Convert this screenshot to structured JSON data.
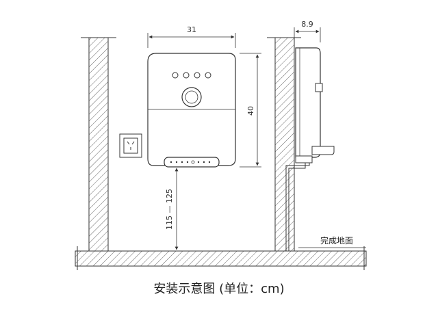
{
  "dimensions": {
    "width": "31",
    "height": "40",
    "depth": "8.9",
    "mount_height": "115 — 125"
  },
  "labels": {
    "floor": "完成地面",
    "caption": "安装示意图 (单位：cm)"
  },
  "colors": {
    "line": "#333333",
    "hatch": "#666666"
  }
}
